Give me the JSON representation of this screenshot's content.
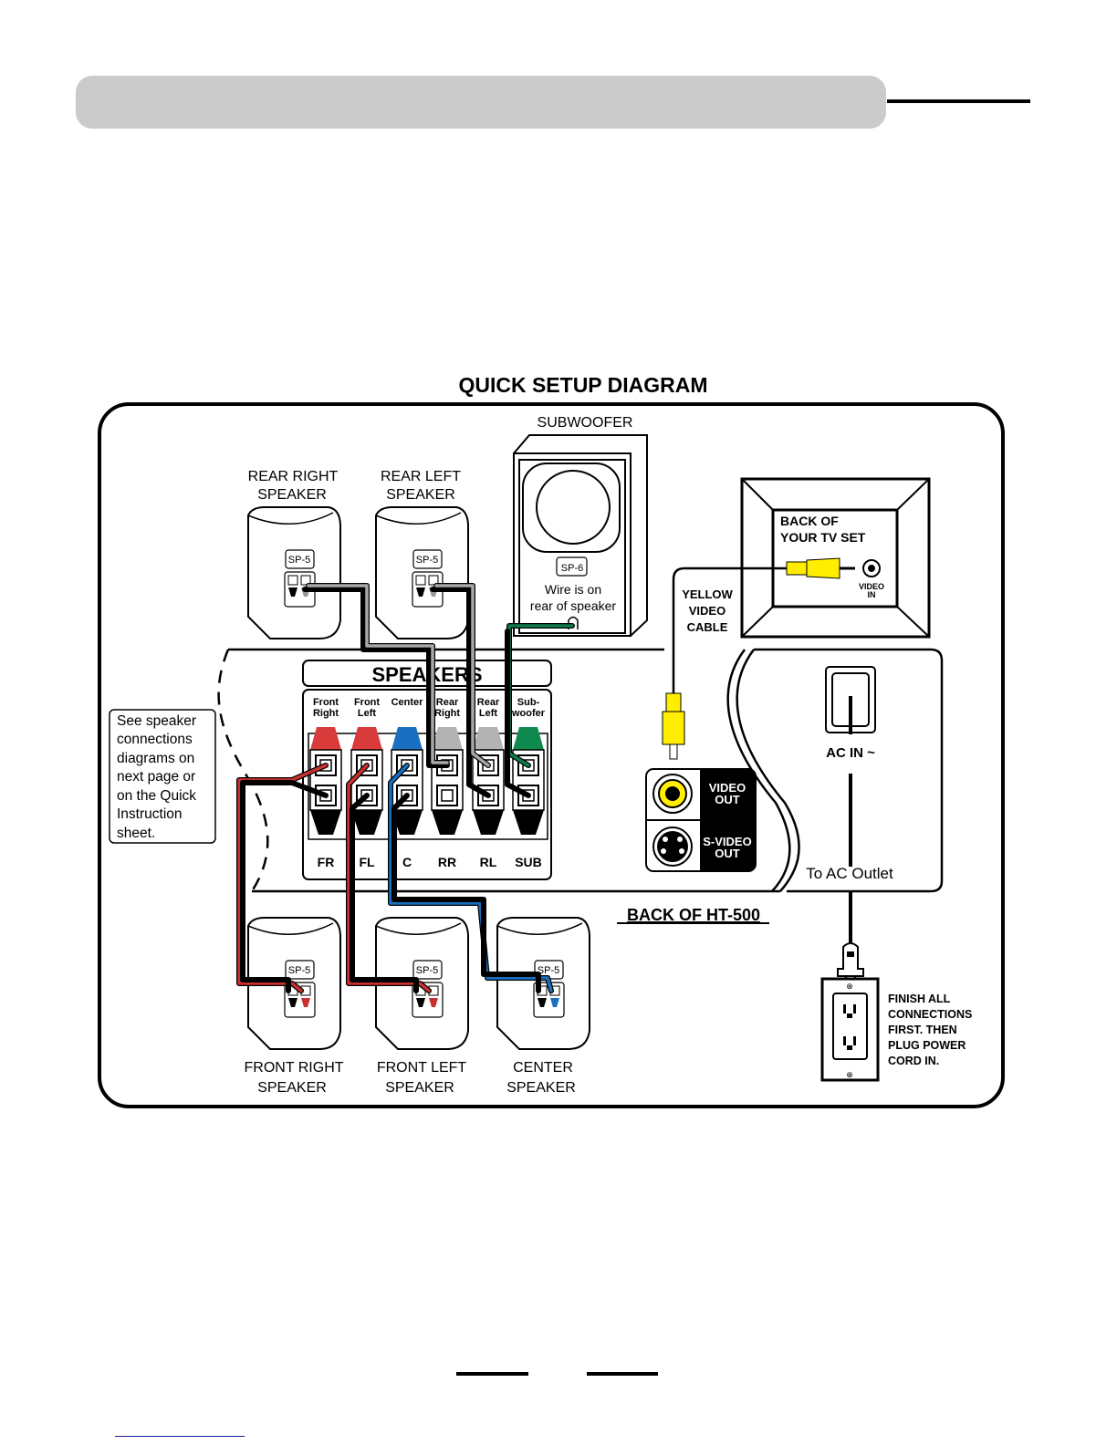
{
  "page": {
    "header_bar_text": "",
    "footer_page_number": ""
  },
  "diagram": {
    "title": "QUICK SETUP DIAGRAM",
    "subwoofer": {
      "label": "SUBWOOFER",
      "model": "SP-6",
      "note_line1": "Wire is on",
      "note_line2": "rear of speaker"
    },
    "rear_right_speaker": {
      "label_line1": "REAR RIGHT",
      "label_line2": "SPEAKER",
      "model": "SP-5"
    },
    "rear_left_speaker": {
      "label_line1": "REAR LEFT",
      "label_line2": "SPEAKER",
      "model": "SP-5"
    },
    "front_right_speaker": {
      "label_line1": "FRONT RIGHT",
      "label_line2": "SPEAKER",
      "model": "SP-5"
    },
    "front_left_speaker": {
      "label_line1": "FRONT LEFT",
      "label_line2": "SPEAKER",
      "model": "SP-5"
    },
    "center_speaker": {
      "label_line1": "CENTER",
      "label_line2": "SPEAKER",
      "model": "SP-5"
    },
    "tv": {
      "label_line1": "BACK OF",
      "label_line2": "YOUR TV SET",
      "jack_line1": "VIDEO",
      "jack_line2": "IN"
    },
    "video_cable": {
      "line1": "YELLOW",
      "line2": "VIDEO",
      "line3": "CABLE",
      "color": "#ffee00"
    },
    "speaker_panel": {
      "title": "SPEAKERS",
      "channels": [
        {
          "top1": "Front",
          "top2": "Right",
          "code": "FR",
          "color": "#d93a3a"
        },
        {
          "top1": "Front",
          "top2": "Left",
          "code": "FL",
          "color": "#d93a3a"
        },
        {
          "top1": "Center",
          "top2": "",
          "code": "C",
          "color": "#1a6fc0"
        },
        {
          "top1": "Rear",
          "top2": "Right",
          "code": "RR",
          "color": "#b3b3b3"
        },
        {
          "top1": "Rear",
          "top2": "Left",
          "code": "RL",
          "color": "#b3b3b3"
        },
        {
          "top1": "Sub-",
          "top2": "woofer",
          "code": "SUB",
          "color": "#0f8a4f"
        }
      ]
    },
    "video_out": {
      "line1": "VIDEO",
      "line2": "OUT"
    },
    "svideo_out": {
      "line1": "S-VIDEO",
      "line2": "OUT"
    },
    "ac_in": "AC IN ~",
    "to_ac_outlet": "To AC Outlet",
    "unit_label": "BACK OF HT-500",
    "note": [
      "See speaker",
      "connections",
      "diagrams on",
      "next page or",
      "on the Quick",
      "Instruction",
      "sheet."
    ],
    "power_warning": [
      "FINISH ALL",
      "CONNECTIONS",
      "FIRST. THEN",
      "PLUG POWER",
      "CORD IN."
    ],
    "wire_colors": {
      "red": "#c8312f",
      "black": "#111111",
      "blue": "#1a6fc0",
      "gray": "#a8a8a8",
      "green": "#0f7a4a"
    }
  }
}
